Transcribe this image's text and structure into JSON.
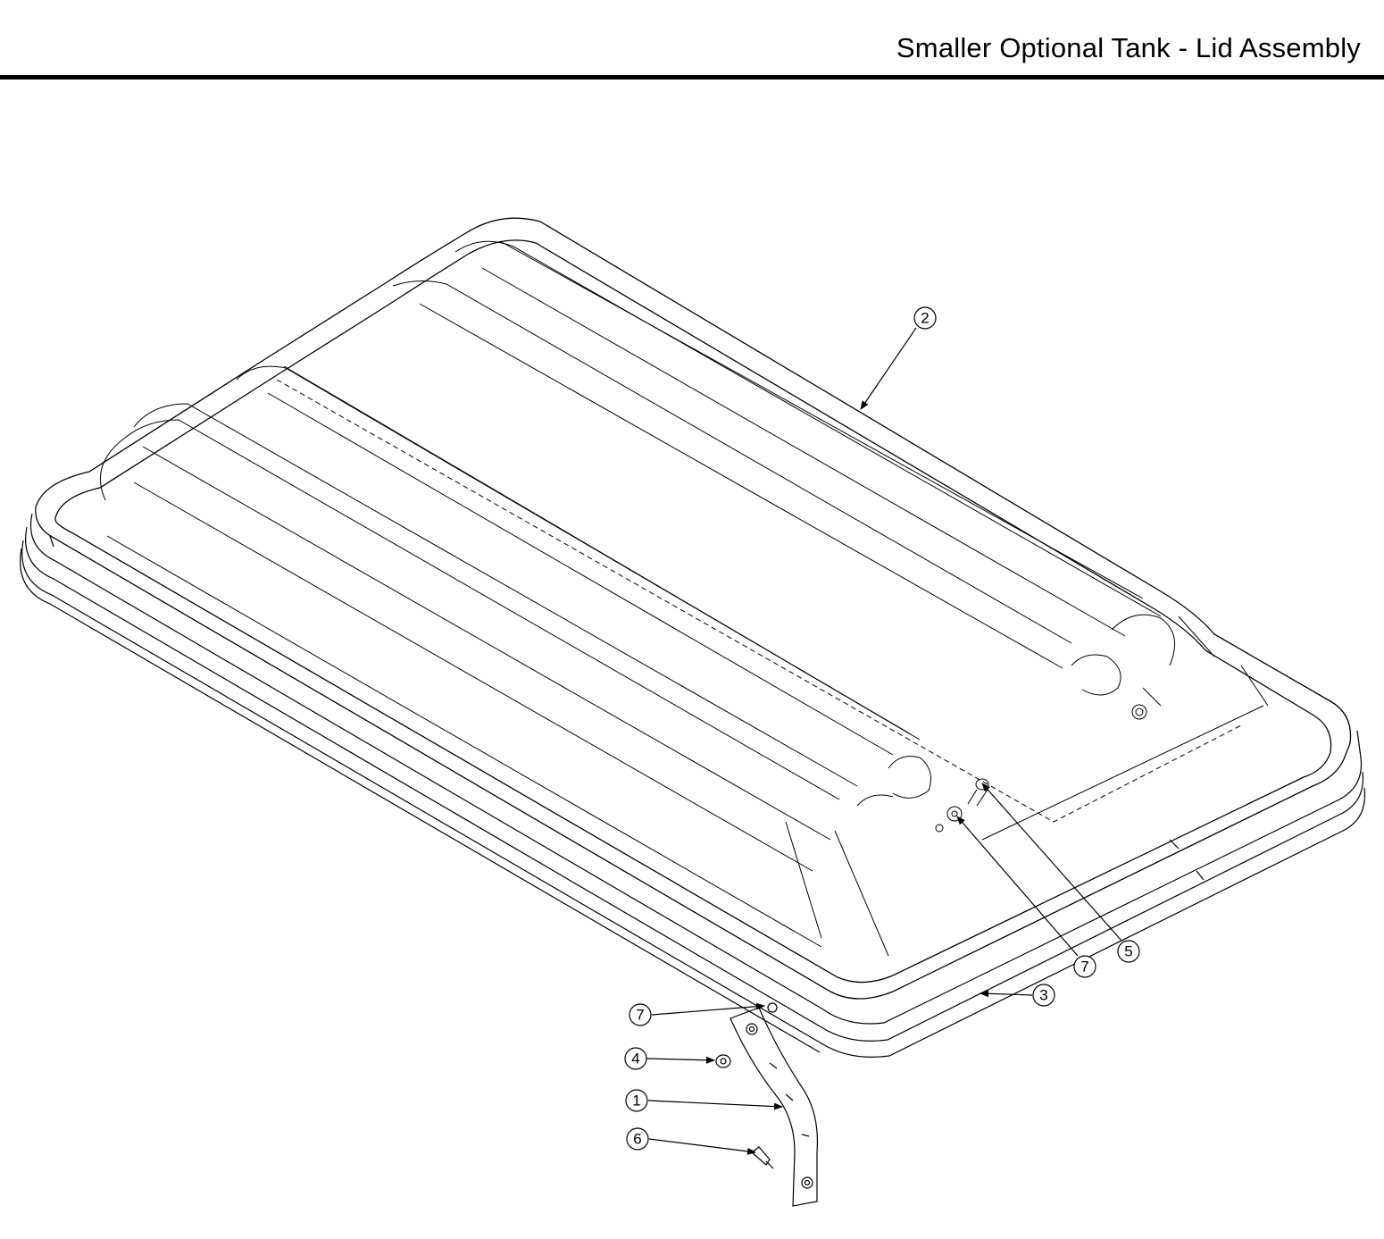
{
  "header": {
    "title": "Smaller Optional Tank - Lid Assembly"
  },
  "callouts": [
    {
      "id": "c2",
      "label": "2"
    },
    {
      "id": "c5",
      "label": "5"
    },
    {
      "id": "c7a",
      "label": "7"
    },
    {
      "id": "c3",
      "label": "3"
    },
    {
      "id": "c7b",
      "label": "7"
    },
    {
      "id": "c4",
      "label": "4"
    },
    {
      "id": "c1",
      "label": "1"
    },
    {
      "id": "c6",
      "label": "6"
    }
  ]
}
